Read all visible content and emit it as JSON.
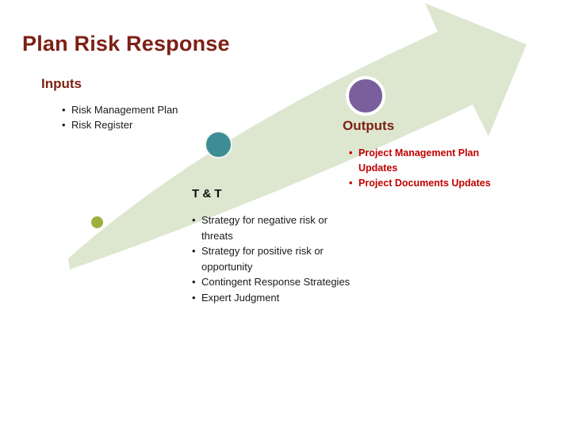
{
  "slide": {
    "title": "Plan Risk Response"
  },
  "sections": {
    "inputs": {
      "heading": "Inputs",
      "items": [
        "Risk Management Plan",
        "Risk Register"
      ]
    },
    "tt": {
      "heading": "T & T",
      "items": [
        "Strategy for negative risk or threats",
        "Strategy for positive risk or opportunity",
        "Contingent Response Strategies",
        "Expert Judgment"
      ]
    },
    "outputs": {
      "heading": "Outputs",
      "items": [
        "Project Management Plan Updates",
        "Project Documents Updates"
      ]
    }
  },
  "diagram": {
    "shape": "curved-arrow-up-right",
    "milestone_dots": [
      {
        "name": "small-olive-dot",
        "color": "#9fae3f"
      },
      {
        "name": "medium-teal-dot",
        "color": "#3e8d94"
      },
      {
        "name": "large-purple-dot",
        "color": "#7a5f9d"
      }
    ]
  },
  "colors": {
    "background": "#ffffff",
    "arrow_fill": "#dde7d0",
    "title_text": "#7d2015",
    "heading_text": "#7d2015",
    "body_text": "#1a1a1a",
    "outputs_text": "#c00000"
  }
}
